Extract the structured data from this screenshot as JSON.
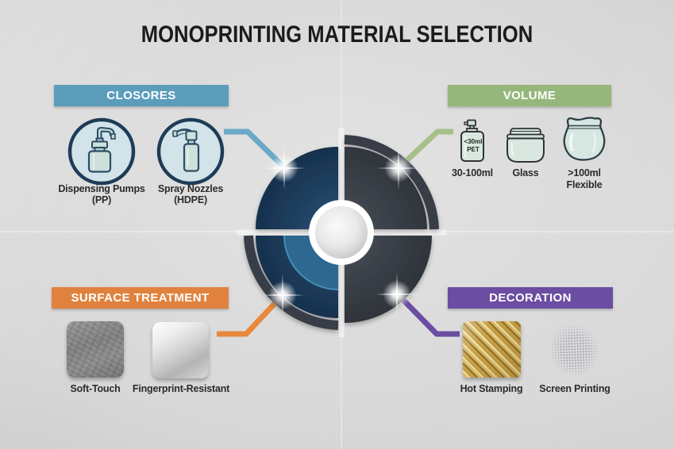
{
  "title": "MONOPRINTING MATERIAL SELECTION",
  "sections": {
    "closures": {
      "header": "CLOSORES",
      "accent_color": "#5b9dbb",
      "items": [
        {
          "icon": "pump-bottle-icon",
          "label": "Dispensing Pumps",
          "sublabel": "(PP)"
        },
        {
          "icon": "spray-nozzle-icon",
          "label": "Spray Nozzles",
          "sublabel": "(HDPE)"
        }
      ]
    },
    "volume": {
      "header": "VOLUME",
      "accent_color": "#96b77b",
      "items": [
        {
          "icon": "small-spray-bottle-icon",
          "icon_line1": "<30ml",
          "icon_line2": "PET",
          "label": "30-100ml"
        },
        {
          "icon": "glass-jar-icon",
          "label": "Glass"
        },
        {
          "icon": "flexible-pouch-icon",
          "label": ">100ml",
          "sublabel": "Flexible"
        }
      ]
    },
    "surface_treatment": {
      "header": "SURFACE TREATMENT",
      "accent_color": "#e0823d",
      "items": [
        {
          "swatch": "soft-touch-texture",
          "label": "Soft-Touch"
        },
        {
          "swatch": "silver-gradient",
          "label": "Fingerprint-Resistant"
        }
      ]
    },
    "decoration": {
      "header": "DECORATION",
      "accent_color": "#6b4da1",
      "items": [
        {
          "swatch": "gold-foil-texture",
          "label": "Hot Stamping"
        },
        {
          "swatch": "halftone-dots",
          "label": "Screen Printing"
        }
      ]
    }
  },
  "wheel": {
    "navy_color": "#1d3b59",
    "charcoal_color": "#363c44",
    "inner_blue_color": "#2d6890",
    "connector_colors": {
      "closures": "#6aa9c8",
      "volume": "#a6bf8b",
      "surface_treatment": "#e8883c",
      "decoration": "#6b4da1"
    }
  }
}
